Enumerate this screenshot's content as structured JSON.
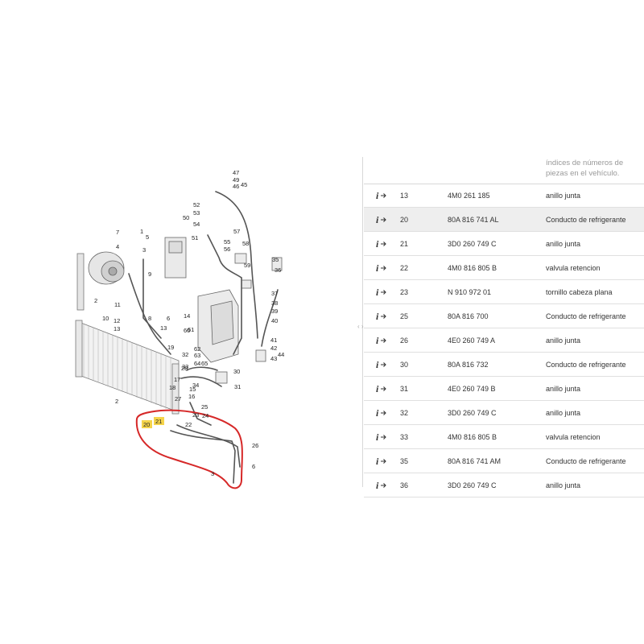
{
  "diagram": {
    "callouts": [
      "47",
      "49",
      "46",
      "45",
      "52",
      "53",
      "54",
      "50",
      "51",
      "57",
      "55",
      "56",
      "58",
      "59",
      "35",
      "36",
      "37",
      "38",
      "39",
      "40",
      "41",
      "42",
      "43",
      "44",
      "60",
      "61",
      "62",
      "63",
      "64",
      "65",
      "32",
      "33",
      "34",
      "1",
      "2",
      "3",
      "4",
      "5",
      "6",
      "7",
      "8",
      "9",
      "10",
      "11",
      "12",
      "13",
      "14",
      "15",
      "16",
      "17",
      "18",
      "19",
      "20",
      "21",
      "22",
      "23",
      "24",
      "25",
      "26",
      "27",
      "28",
      "29",
      "30",
      "31"
    ],
    "highlighted": [
      "20",
      "21"
    ],
    "highlight_color": "#f5d44a",
    "circle_color": "#d62828"
  },
  "parts_panel": {
    "header": "índices de números de piezas en el vehículo.",
    "rows": [
      {
        "num": "13",
        "part": "4M0 261 185",
        "desc": "anillo junta",
        "selected": false
      },
      {
        "num": "20",
        "part": "80A 816 741 AL",
        "desc": "Conducto de refrigerante",
        "selected": true
      },
      {
        "num": "21",
        "part": "3D0 260 749 C",
        "desc": "anillo junta",
        "selected": false
      },
      {
        "num": "22",
        "part": "4M0 816 805 B",
        "desc": "valvula retencion",
        "selected": false
      },
      {
        "num": "23",
        "part": "N   910 972 01",
        "desc": "tornillo cabeza plana",
        "selected": false
      },
      {
        "num": "25",
        "part": "80A 816 700",
        "desc": "Conducto de refrigerante",
        "selected": false
      },
      {
        "num": "26",
        "part": "4E0 260 749 A",
        "desc": "anillo junta",
        "selected": false
      },
      {
        "num": "30",
        "part": "80A 816 732",
        "desc": "Conducto de refrigerante",
        "selected": false
      },
      {
        "num": "31",
        "part": "4E0 260 749 B",
        "desc": "anillo junta",
        "selected": false
      },
      {
        "num": "32",
        "part": "3D0 260 749 C",
        "desc": "anillo junta",
        "selected": false
      },
      {
        "num": "33",
        "part": "4M0 816 805 B",
        "desc": "valvula retencion",
        "selected": false
      },
      {
        "num": "35",
        "part": "80A 816 741 AM",
        "desc": "Conducto de refrigerante",
        "selected": false
      },
      {
        "num": "36",
        "part": "3D0 260 749 C",
        "desc": "anillo junta",
        "selected": false
      }
    ]
  },
  "icons": {
    "row_icon": "info-link-icon",
    "splitter": "drag-handle-icon"
  }
}
